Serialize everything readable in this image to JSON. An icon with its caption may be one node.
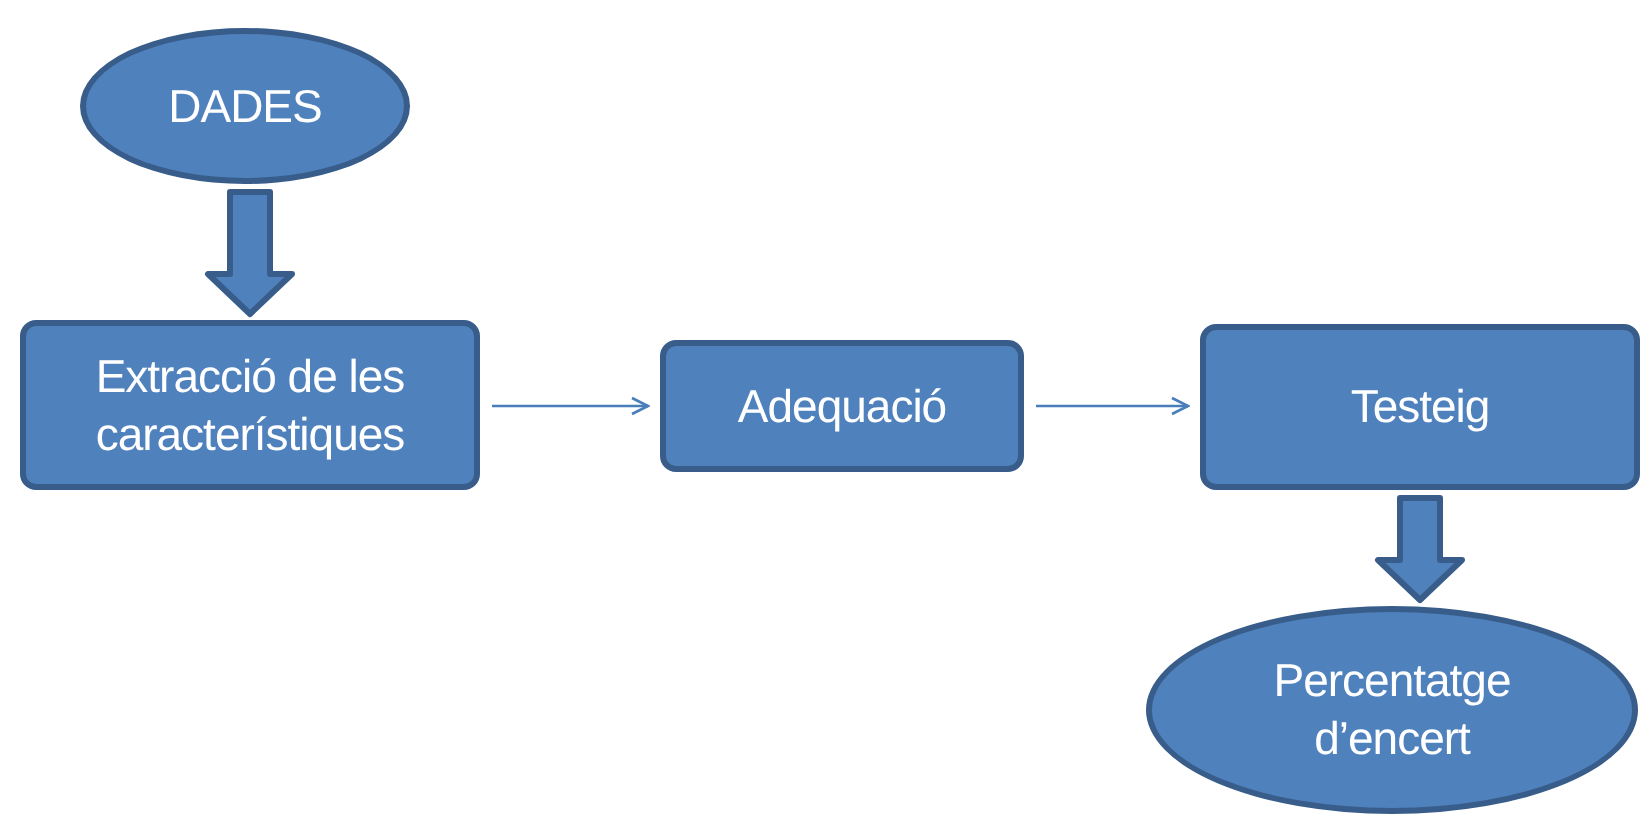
{
  "diagram": {
    "nodes": [
      {
        "text": [
          "DADES"
        ]
      },
      {
        "text": [
          "Extracció de les característiques"
        ]
      },
      {
        "text": [
          "Adequació"
        ]
      },
      {
        "text": [
          "Testeig"
        ]
      },
      {
        "text": [
          "Percentatge d’encert"
        ]
      }
    ],
    "edges": [
      {
        "from": 0,
        "to": 1,
        "arrow": "to",
        "style": "thick"
      },
      {
        "from": 1,
        "to": 2,
        "arrow": "to"
      },
      {
        "from": 2,
        "to": 3,
        "arrow": "to"
      },
      {
        "from": 3,
        "to": 4,
        "arrow": "to",
        "style": "thick"
      }
    ]
  }
}
